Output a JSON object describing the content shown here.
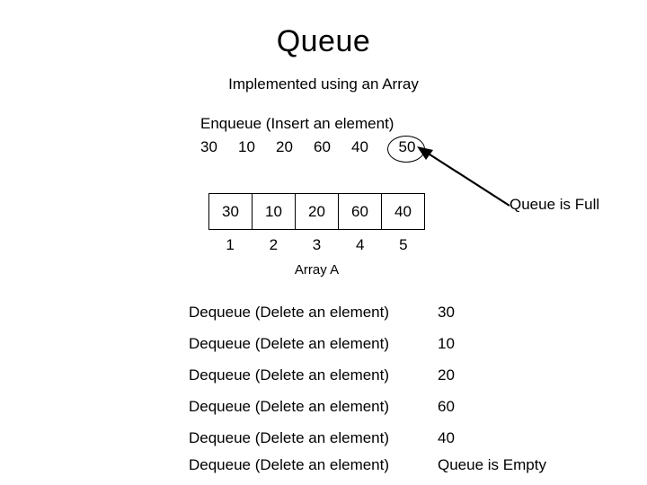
{
  "slide": {
    "title": "Queue",
    "subtitle": "Implemented using an Array"
  },
  "enqueue": {
    "label": "Enqueue (Insert an element)",
    "values": [
      "30",
      "10",
      "20",
      "60",
      "40"
    ],
    "rejected_value": "50"
  },
  "annotation": {
    "queue_full_text": "Queue is Full",
    "arrow_icon": "arrow-pointing-to-circled-value"
  },
  "array": {
    "caption": "Array A",
    "cells": [
      "30",
      "10",
      "20",
      "60",
      "40"
    ],
    "indices": [
      "1",
      "2",
      "3",
      "4",
      "5"
    ]
  },
  "dequeue": {
    "rows": [
      {
        "label": "Dequeue (Delete an element)",
        "value": "30"
      },
      {
        "label": "Dequeue (Delete an element)",
        "value": "10"
      },
      {
        "label": "Dequeue (Delete an element)",
        "value": "20"
      },
      {
        "label": "Dequeue (Delete an element)",
        "value": "60"
      },
      {
        "label": "Dequeue (Delete an element)",
        "value": "40"
      },
      {
        "label": "Dequeue (Delete an element)",
        "value": "Queue is Empty"
      }
    ]
  },
  "colors": {
    "background": "#ffffff",
    "foreground": "#000000"
  }
}
